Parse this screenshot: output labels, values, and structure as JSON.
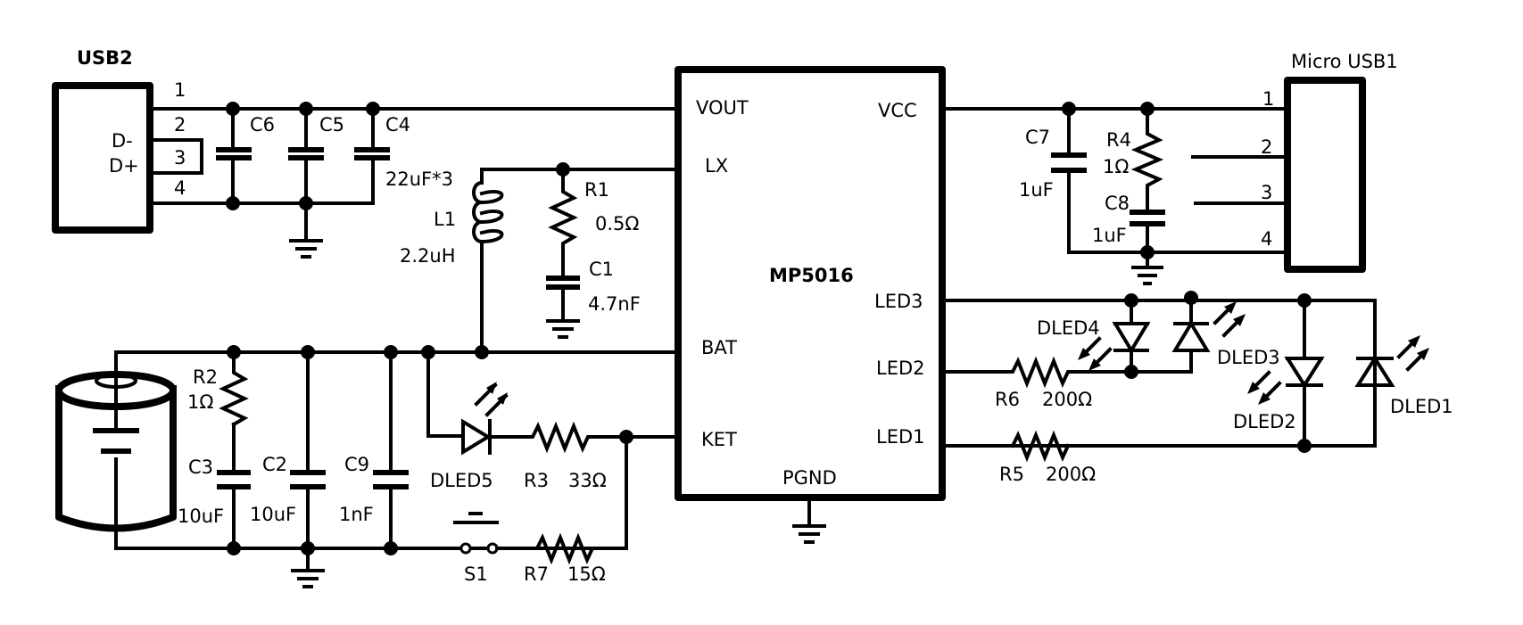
{
  "diagram": {
    "type": "circuit-schematic",
    "ic": {
      "name": "MP5016",
      "pins_left": [
        "VOUT",
        "LX",
        "BAT",
        "KET"
      ],
      "pins_right": [
        "VCC",
        "LED3",
        "LED2",
        "LED1"
      ],
      "pin_bottom": "PGND"
    },
    "usb2": {
      "name": "USB2",
      "pins": [
        "1",
        "2",
        "3",
        "4"
      ],
      "signals": [
        "D-",
        "D+"
      ]
    },
    "micro_usb": {
      "name": "Micro USB1",
      "pins": [
        "1",
        "2",
        "3",
        "4"
      ]
    },
    "components": {
      "C6": "C6",
      "C5": "C5",
      "C4": "C4",
      "C4_value": "22uF*3",
      "L1": "L1",
      "L1_value": "2.2uH",
      "R1": "R1",
      "R1_value": "0.5Ω",
      "C1": "C1",
      "C1_value": "4.7nF",
      "R2": "R2",
      "R2_value": "1Ω",
      "C3": "C3",
      "C3_value": "10uF",
      "C2": "C2",
      "C2_value": "10uF",
      "C9": "C9",
      "C9_value": "1nF",
      "DLED5": "DLED5",
      "R3": "R3",
      "R3_value": "33Ω",
      "S1": "S1",
      "R7": "R7",
      "R7_value": "15Ω",
      "C7": "C7",
      "C7_value": "1uF",
      "R4": "R4",
      "R4_value": "1Ω",
      "C8": "C8",
      "C8_value": "1uF",
      "R6": "R6",
      "R6_value": "200Ω",
      "R5": "R5",
      "R5_value": "200Ω",
      "DLED1": "DLED1",
      "DLED2": "DLED2",
      "DLED3": "DLED3",
      "DLED4": "DLED4"
    }
  }
}
